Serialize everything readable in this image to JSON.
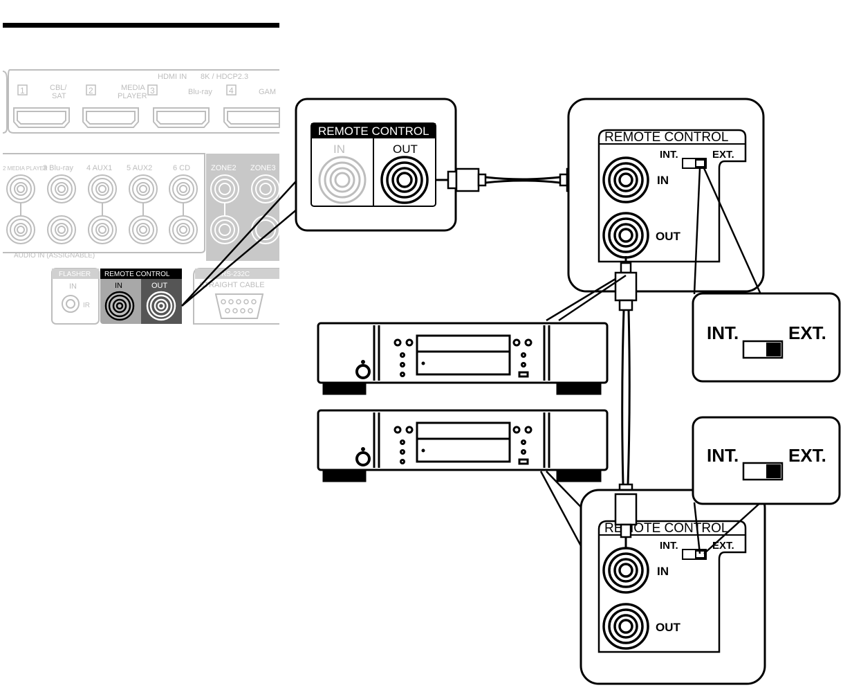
{
  "receiver_panel": {
    "hdmi_in_label": "HDMI IN",
    "hdmi_spec_label": "8K / HDCP2.3",
    "hdmi_ports": [
      {
        "number": "1",
        "name": "CBL/ SAT"
      },
      {
        "number": "2",
        "name": "MEDIA PLAYER"
      },
      {
        "number": "3",
        "name": "Blu-ray"
      },
      {
        "number": "4",
        "name": "GAM"
      }
    ],
    "hdmi_port_names": {
      "cbl_line1": "CBL/",
      "cbl_line2": "SAT",
      "media_line1": "MEDIA",
      "media_line2": "PLAYER",
      "bluray": "Blu-ray",
      "game": "GAM"
    },
    "audio_inputs": {
      "media_player": "2 MEDIA PLAYER",
      "bluray": "3 Blu-ray",
      "aux1": "4 AUX1",
      "aux2": "5 AUX2",
      "cd": "6 CD",
      "zone2": "ZONE2",
      "zone3": "ZONE3"
    },
    "audio_in_label": "AUDIO IN (ASSIGNABLE)",
    "flasher_label": "FLASHER",
    "flasher_in": "IN",
    "flasher_ir": "IR",
    "remote_label": "REMOTE CONTROL",
    "remote_in": "IN",
    "remote_out": "OUT",
    "rs232_label": "RS-232C",
    "rs232_sub": "STRAIGHT CABLE"
  },
  "receiver_callout": {
    "title": "REMOTE CONTROL",
    "in_label": "IN",
    "out_label": "OUT"
  },
  "device_callout_top": {
    "title": "REMOTE CONTROL",
    "int_label": "INT.",
    "ext_label": "EXT.",
    "in_label": "IN",
    "out_label": "OUT"
  },
  "device_callout_bottom": {
    "title": "REMOTE CONTROL",
    "int_label": "INT.",
    "ext_label": "EXT.",
    "in_label": "IN",
    "out_label": "OUT"
  },
  "switch_zoom_top": {
    "int_label": "INT.",
    "ext_label": "EXT."
  },
  "switch_zoom_bottom": {
    "int_label": "INT.",
    "ext_label": "EXT."
  }
}
